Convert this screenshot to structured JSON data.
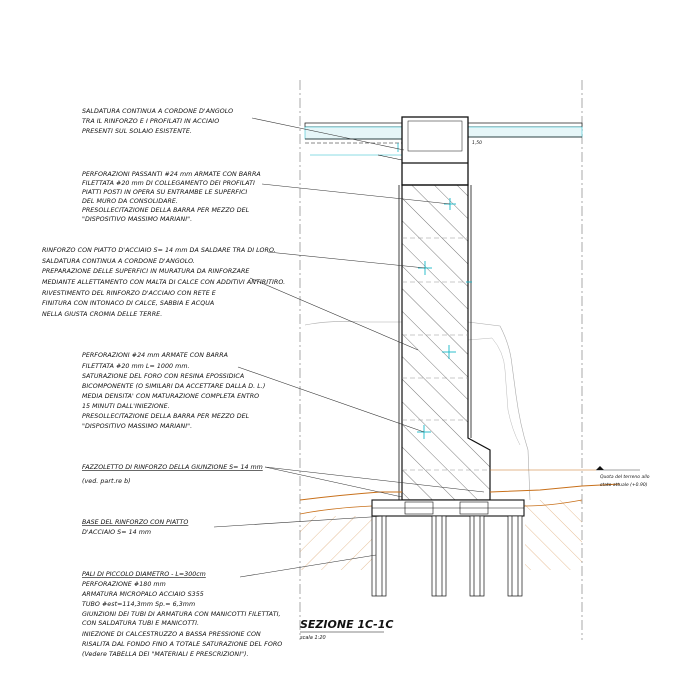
{
  "notes": {
    "n1": [
      "SALDATURA CONTINUA A CORDONE D'ANGOLO",
      "TRA IL RINFORZO E I PROFILATI IN ACCIAIO",
      "PRESENTI SUL SOLAIO ESISTENTE."
    ],
    "n2": [
      "PERFORAZIONI PASSANTI #24 mm ARMATE CON BARRA",
      "FILETTATA #20 mm  DI COLLEGAMENTO DEI PROFILATI",
      "PIATTI POSTI IN OPERA SU ENTRAMBE LE SUPERFICI",
      "DEL MURO DA CONSOLIDARE.",
      "PRESOLLECITAZIONE DELLA BARRA PER MEZZO DEL",
      "\"DISPOSITIVO MASSIMO MARIANI\"."
    ],
    "n3": [
      "RINFORZO CON PIATTO D'ACCIAIO S= 14 mm DA SALDARE TRA DI LORO.",
      "SALDATURA CONTINUA A CORDONE D'ANGOLO.",
      "PREPARAZIONE DELLE SUPERFICI IN MURATURA DA RINFORZARE",
      "MEDIANTE ALLETTAMENTO CON MALTA DI CALCE CON ADDITIVI ANTIRITIRO.",
      "RIVESTIMENTO DEL RINFORZO D'ACCIAIO CON RETE E",
      "FINITURA CON INTONACO DI CALCE, SABBIA E ACQUA",
      "NELLA GIUSTA CROMIA DELLE TERRE."
    ],
    "n4": [
      "PERFORAZIONI #24 mm ARMATE CON BARRA",
      "FILETTATA #20 mm L= 1000 mm.",
      "SATURAZIONE DEL FORO CON RESINA EPOSSIDICA",
      "BICOMPONENTE (O SIMILARI DA ACCETTARE DALLA D. L.)",
      "MEDIA DENSITA' CON MATURAZIONE COMPLETA ENTRO",
      "15 MINUTI DALL'INIEZIONE.",
      "PRESOLLECITAZIONE DELLA BARRA PER MEZZO DEL",
      "\"DISPOSITIVO MASSIMO MARIANI\"."
    ],
    "n5": [
      "FAZZOLETTO DI RINFORZO DELLA GIUNZIONE S= 14 mm",
      "(ved. part.re b)"
    ],
    "n6": [
      "BASE DEL RINFORZO CON PIATTO",
      "D'ACCIAIO S= 14 mm"
    ],
    "n7": [
      "PALI DI PICCOLO DIAMETRO - L=300cm",
      "PERFORAZIONE #180 mm",
      "ARMATURA MICROPALO ACCIAIO S355",
      "TUBO #est=114,3mm Sp.= 6,3mm",
      "GIUNZIONI DEI TUBI DI ARMATURA CON MANICOTTI FILETTATI,",
      "CON SALDATURA TUBI E MANICOTTI.",
      "INIEZIONE DI CALCESTRUZZO A BASSA PRESSIONE CON",
      "RISALITA DAL FONDO FINO A TOTALE SATURAZIONE DEL FORO",
      "(Vedere TABELLA DEI \"MATERIALI E PRESCRIZIONI\")."
    ]
  },
  "ground_level": [
    "Quota del terreno allo",
    "stato attuale (+0.90)"
  ],
  "section_title": "SEZIONE 1C-1C",
  "section_scale": "scala 1:20",
  "slab_tag": "1,50",
  "colors": {
    "line": "#111111",
    "cyan": "#18b8c8",
    "soil": "#c8701a",
    "grey": "#9a9a9a"
  }
}
